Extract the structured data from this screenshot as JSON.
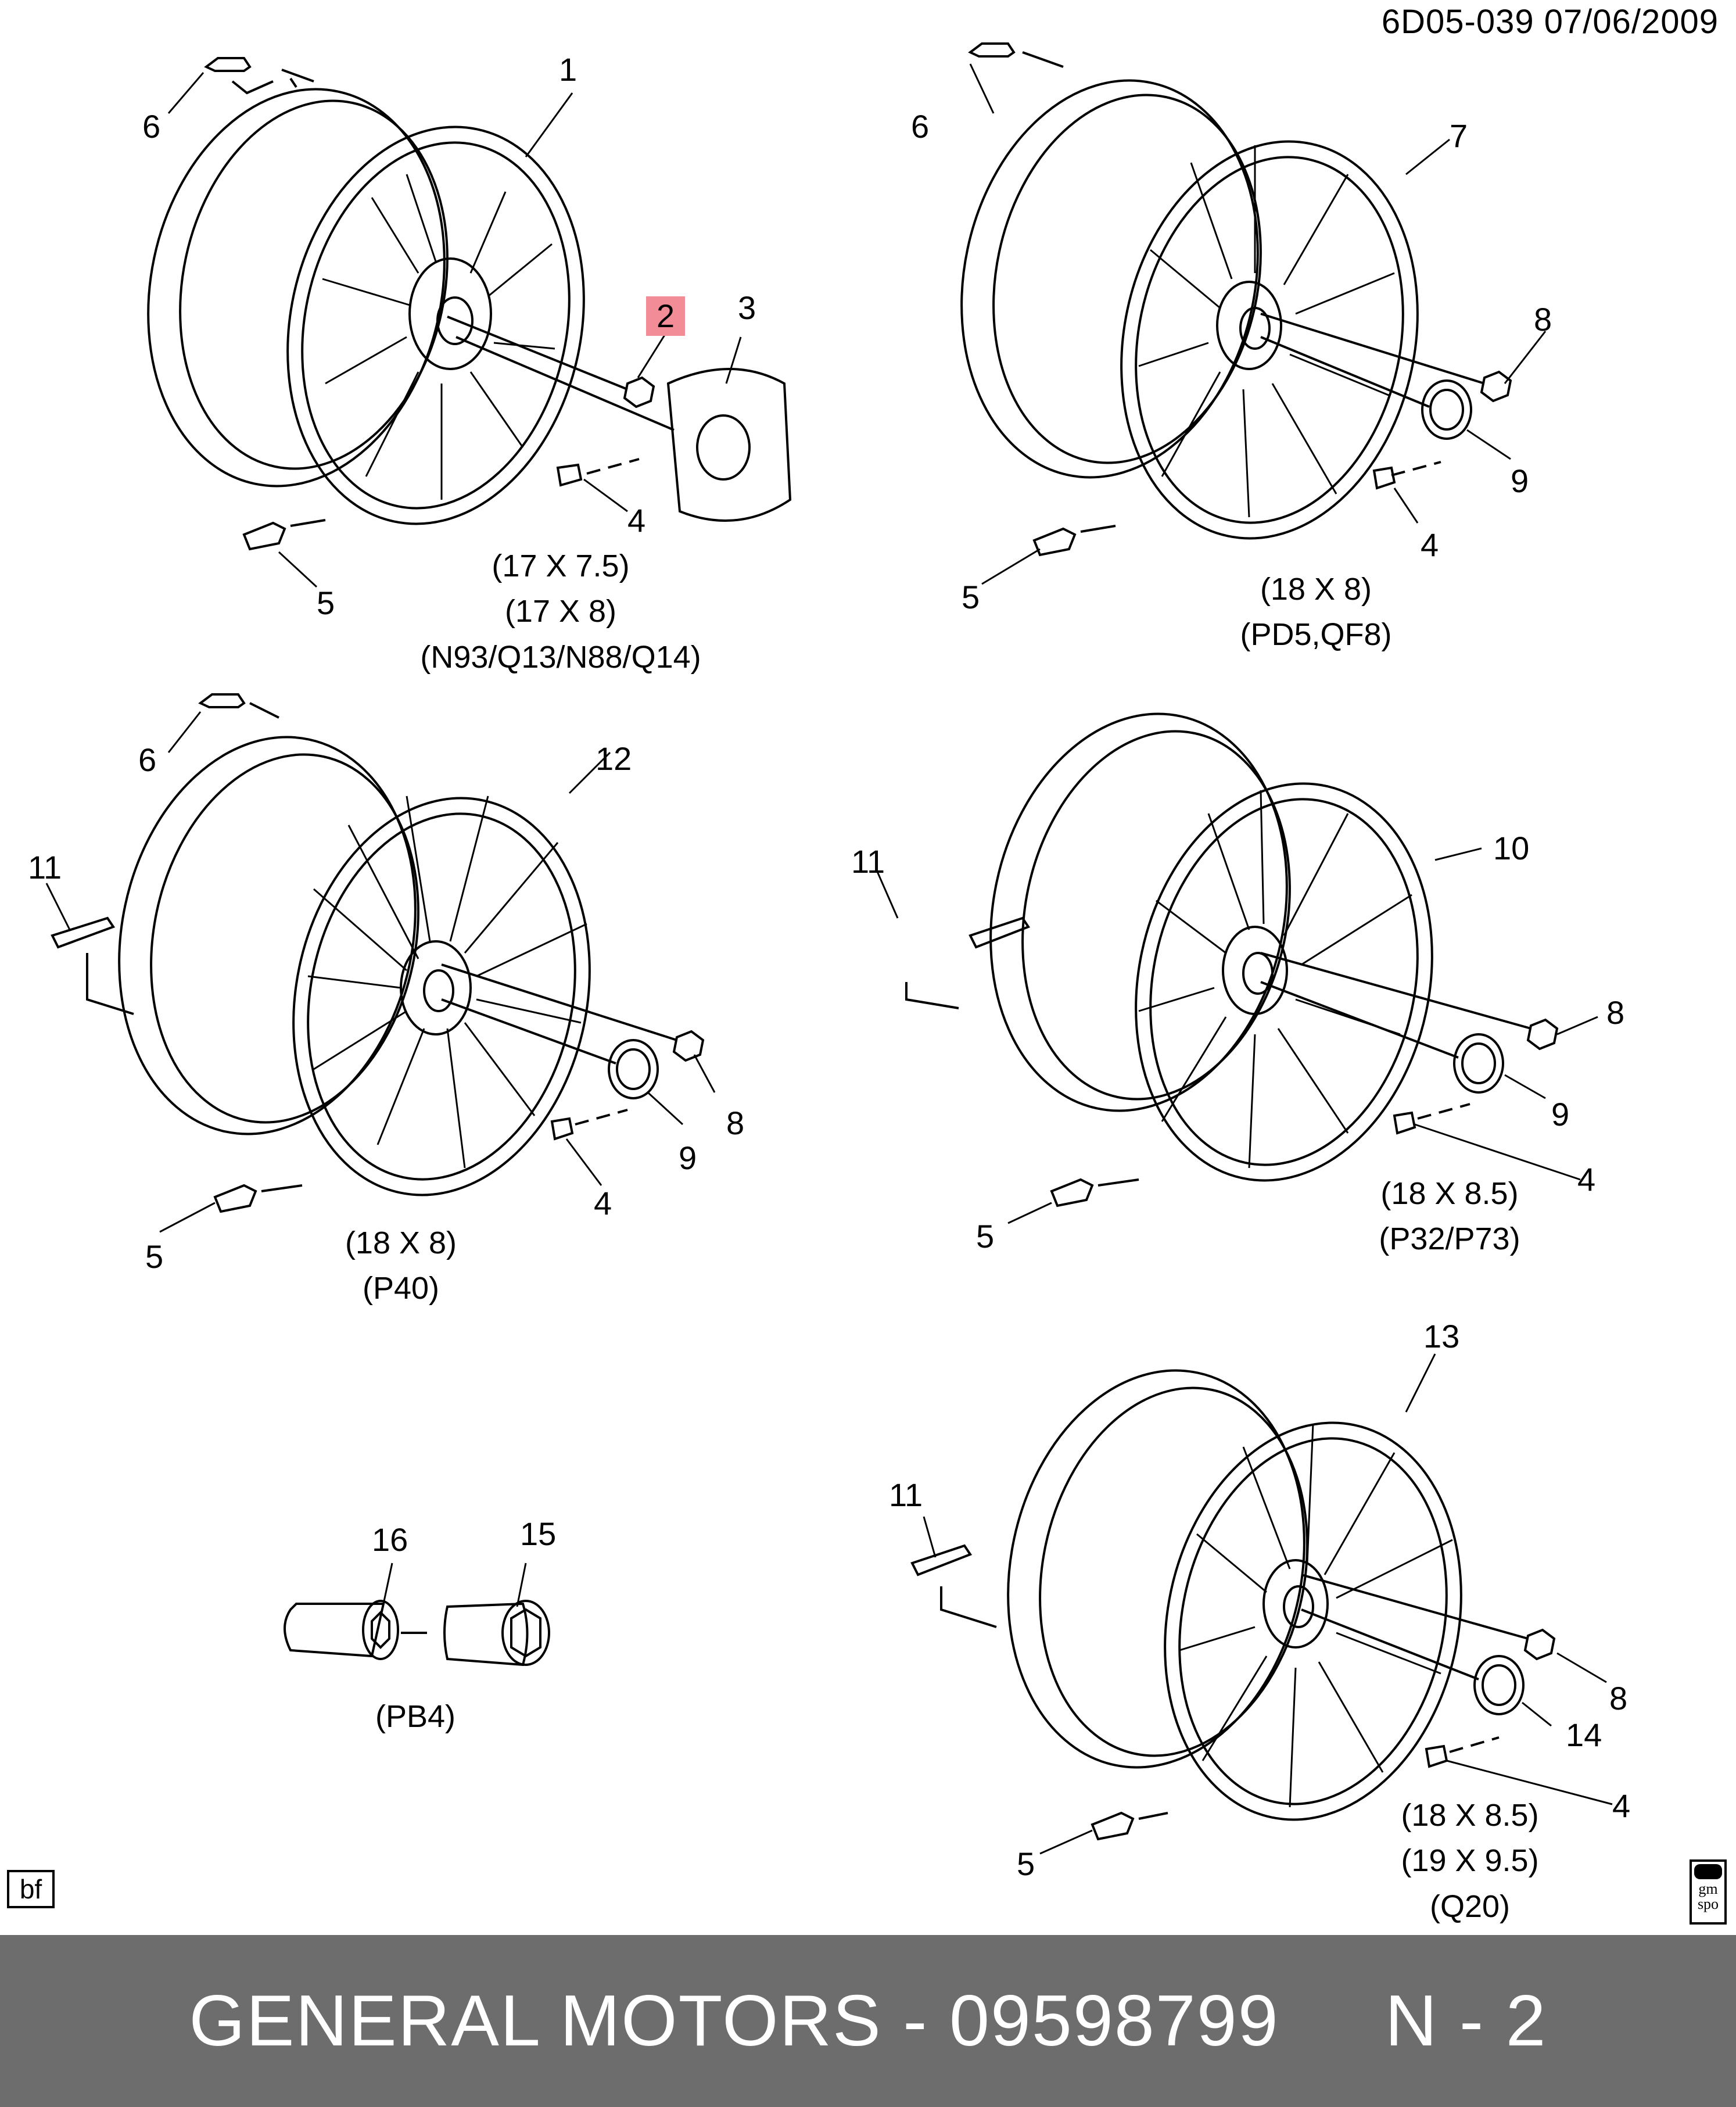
{
  "header": {
    "doc_id": "6D05-039  07/06/2009"
  },
  "callouts": {
    "c1": "1",
    "c2": "2",
    "c3": "3",
    "c4a": "4",
    "c5a": "5",
    "c6a": "6",
    "c6b": "6",
    "c7": "7",
    "c8a": "8",
    "c9a": "9",
    "c4b": "4",
    "c5b": "5",
    "c6c": "6",
    "c12": "12",
    "c11a": "11",
    "c8b": "8",
    "c9b": "9",
    "c4c": "4",
    "c5c": "5",
    "c11b": "11",
    "c10": "10",
    "c8c": "8",
    "c9c": "9",
    "c4d": "4",
    "c5d": "5",
    "c16": "16",
    "c15": "15",
    "c11c": "11",
    "c13": "13",
    "c8d": "8",
    "c14": "14",
    "c4e": "4",
    "c5e": "5"
  },
  "captions": {
    "w1": [
      "(17 X 7.5)",
      "(17 X 8)",
      "(N93/Q13/N88/Q14)"
    ],
    "w2": [
      "(18 X 8)",
      "(PD5,QF8)"
    ],
    "w3": [
      "(18 X 8)",
      "(P40)"
    ],
    "w4": [
      "(18 X 8.5)",
      "(P32/P73)"
    ],
    "w5": [
      "(PB4)"
    ],
    "w6": [
      "(18 X 8.5)",
      "(19 X 9.5)",
      "(Q20)"
    ]
  },
  "corner_labels": {
    "bf": "bf",
    "gmspo": "gm spo"
  },
  "highlight_color": "#f28c96",
  "footer": {
    "text": "GENERAL MOTORS - 09598799     N - 2",
    "background": "#6d6d6d"
  }
}
